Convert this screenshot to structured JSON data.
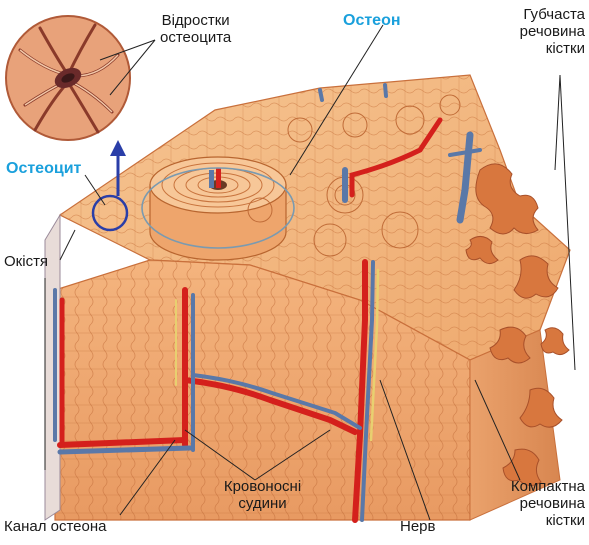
{
  "labels": {
    "osteocyte_processes": [
      "Відростки",
      "остеоцита"
    ],
    "osteon": "Остеон",
    "spongy_bone": [
      "Губчаста",
      "речовина",
      "кістки"
    ],
    "osteocyte": "Остеоцит",
    "periosteum": "Окістя",
    "blood_vessels": [
      "Кровоносні",
      "судини"
    ],
    "nerve": "Нерв",
    "osteon_canal": "Канал остеона",
    "compact_bone": [
      "Компактна",
      "речовина",
      "кістки"
    ]
  },
  "colors": {
    "bone": "#f2b07c",
    "bone_dark": "#c9703c",
    "artery": "#d4201c",
    "vein": "#5a78a8",
    "nerve": "#e8d070",
    "accent_blue": "#1aa0dc",
    "circle_blue": "#2a3ea8"
  }
}
